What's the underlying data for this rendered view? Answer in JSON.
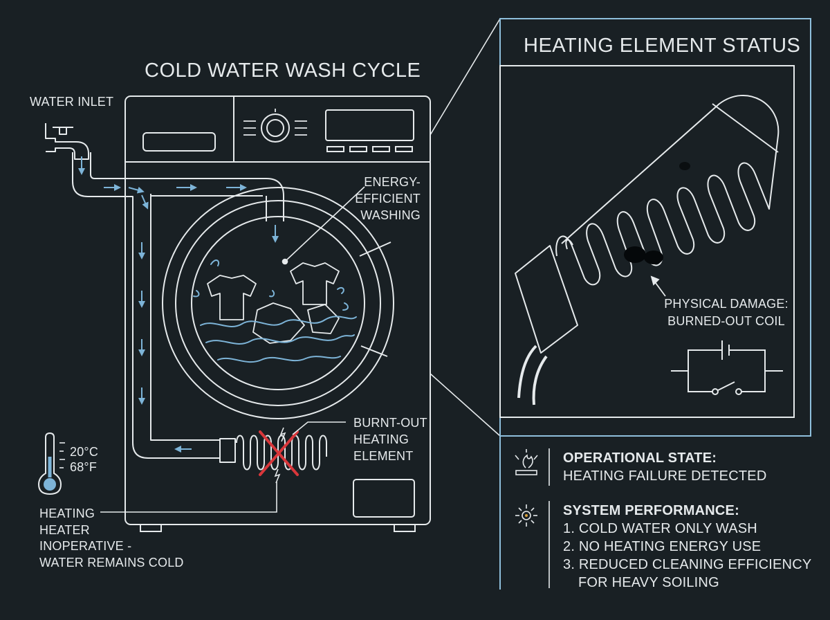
{
  "titles": {
    "main": "COLD WATER WASH CYCLE",
    "panel": "HEATING ELEMENT STATUS"
  },
  "labels": {
    "water_inlet": "WATER INLET",
    "energy_efficient": [
      "ENERGY-",
      "EFFICIENT",
      "WASHING"
    ],
    "burnt_out": [
      "BURNT-OUT",
      "HEATING",
      "ELEMENT"
    ],
    "heater_inoperative": [
      "HEATING",
      "HEATER",
      "INOPERATIVE -",
      "WATER REMAINS COLD"
    ],
    "physical_damage": [
      "PHYSICAL DAMAGE:",
      "BURNED-OUT COIL"
    ]
  },
  "thermometer": {
    "celsius": "20°C",
    "fahrenheit": "68°F"
  },
  "status": {
    "operational_heading": "OPERATIONAL STATE:",
    "operational_value": "HEATING FAILURE DETECTED",
    "performance_heading": "SYSTEM PERFORMANCE:",
    "performance_items": [
      "1. COLD WATER ONLY WASH",
      "2. NO HEATING ENERGY USE",
      "3. REDUCED CLEANING EFFICIENCY",
      "FOR HEAVY SOILING"
    ]
  },
  "icons": [
    "faucet-icon",
    "thermometer-icon",
    "flame-burner-icon",
    "gauge-sensor-icon",
    "circuit-switch-icon",
    "error-x-icon"
  ],
  "colors": {
    "background": "#192024",
    "line": "#e6eaec",
    "water": "#7db4d8",
    "panel_border": "#8fbfdc",
    "error": "#d9373b"
  }
}
